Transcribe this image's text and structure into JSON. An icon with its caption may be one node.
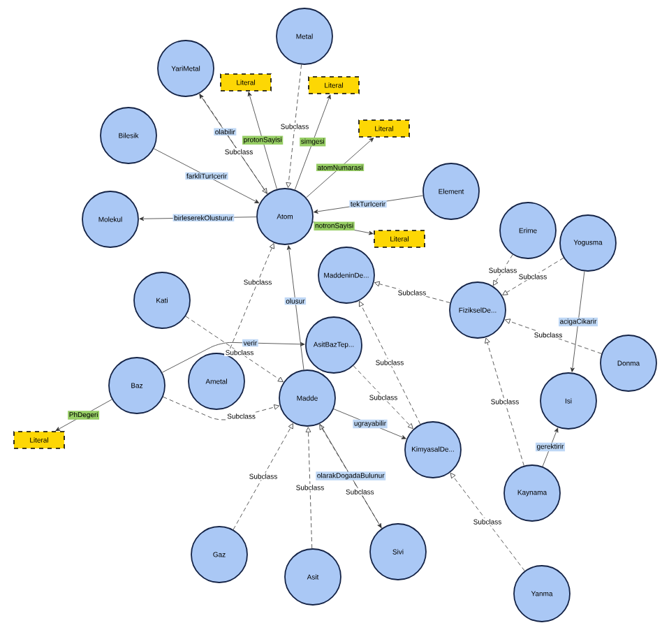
{
  "diagram": {
    "nodes": [
      {
        "text": [
          "Metal"
        ]
      },
      {
        "text": [
          "YariMetal"
        ]
      },
      {
        "text": [
          "Literal"
        ]
      },
      {
        "text": [
          "Literal"
        ]
      },
      {
        "text": [
          "Literal"
        ]
      },
      {
        "text": [
          "Bilesik"
        ]
      },
      {
        "text": [
          "Element"
        ]
      },
      {
        "text": [
          "Atom"
        ]
      },
      {
        "text": [
          "Molekul"
        ]
      },
      {
        "text": [
          "Literal"
        ]
      },
      {
        "text": [
          "Erime"
        ]
      },
      {
        "text": [
          "Yogusma"
        ]
      },
      {
        "text": [
          "MaddeninDe..."
        ]
      },
      {
        "text": [
          "Kati"
        ]
      },
      {
        "text": [
          "FizikselDe..."
        ]
      },
      {
        "text": [
          "AsitBazTep..."
        ]
      },
      {
        "text": [
          "Donma"
        ]
      },
      {
        "text": [
          "Ametal"
        ]
      },
      {
        "text": [
          "Baz"
        ]
      },
      {
        "text": [
          "Madde"
        ]
      },
      {
        "text": [
          "Isi"
        ]
      },
      {
        "text": [
          "Literal"
        ]
      },
      {
        "text": [
          "KimyasalDe..."
        ]
      },
      {
        "text": [
          "Kaynama"
        ]
      },
      {
        "text": [
          "Sivi"
        ]
      },
      {
        "text": [
          "Gaz"
        ]
      },
      {
        "text": [
          "Asit"
        ]
      },
      {
        "text": [
          "Yanma"
        ]
      }
    ],
    "edges": [
      {
        "from": 0,
        "to": 7,
        "arrow": "to",
        "label": "Subclass",
        "style": "dashed"
      },
      {
        "from": 7,
        "to": 1,
        "arrow": "to",
        "label": "olabilir"
      },
      {
        "from": 1,
        "to": 7,
        "arrow": "to",
        "label": "Subclass",
        "style": "dashed"
      },
      {
        "from": 7,
        "to": 2,
        "arrow": "to",
        "label": "protonSayisi"
      },
      {
        "from": 7,
        "to": 3,
        "arrow": "to",
        "label": "simgesi"
      },
      {
        "from": 7,
        "to": 4,
        "arrow": "to",
        "label": "atomNumarasi"
      },
      {
        "from": 5,
        "to": 7,
        "arrow": "to",
        "label": "farkliTurIcerir"
      },
      {
        "from": 7,
        "to": 8,
        "arrow": "to",
        "label": "birleserekOlusturur"
      },
      {
        "from": 6,
        "to": 7,
        "arrow": "to",
        "label": "tekTurIcerir"
      },
      {
        "from": 7,
        "to": 9,
        "arrow": "to",
        "label": "notronSayisi"
      },
      {
        "from": 10,
        "to": 14,
        "arrow": "to",
        "label": "Subclass",
        "style": "dashed"
      },
      {
        "from": 11,
        "to": 14,
        "arrow": "to",
        "label": "Subclass",
        "style": "dashed"
      },
      {
        "from": 14,
        "to": 12,
        "arrow": "to",
        "label": "Subclass",
        "style": "dashed"
      },
      {
        "from": 16,
        "to": 14,
        "arrow": "to",
        "label": "Subclass",
        "style": "dashed"
      },
      {
        "from": 11,
        "to": 20,
        "arrow": "to",
        "label": "acigaCikarir"
      },
      {
        "from": 17,
        "to": 7,
        "arrow": "to",
        "label": "Subclass",
        "style": "dashed"
      },
      {
        "from": 19,
        "to": 7,
        "arrow": "to",
        "label": "olusur"
      },
      {
        "from": 13,
        "to": 19,
        "arrow": "to",
        "label": "Subclass",
        "style": "dashed"
      },
      {
        "from": 18,
        "to": 15,
        "arrow": "to",
        "label": "verir"
      },
      {
        "from": 18,
        "to": 19,
        "arrow": "to",
        "label": "Subclass",
        "style": "dashed"
      },
      {
        "from": 18,
        "to": 21,
        "arrow": "to",
        "label": "PhDegeri"
      },
      {
        "from": 15,
        "to": 22,
        "arrow": "to",
        "label": "Subclass",
        "style": "dashed"
      },
      {
        "from": 22,
        "to": 12,
        "arrow": "to",
        "label": "Subclass",
        "style": "dashed"
      },
      {
        "from": 19,
        "to": 22,
        "arrow": "to",
        "label": "ugrayabilir"
      },
      {
        "from": 24,
        "to": 19,
        "arrow": "to",
        "label": "Subclass",
        "style": "dashed"
      },
      {
        "from": 19,
        "to": 24,
        "arrow": "to",
        "label": "olarakDogadaBulunur"
      },
      {
        "from": 25,
        "to": 19,
        "arrow": "to",
        "label": "Subclass",
        "style": "dashed"
      },
      {
        "from": 26,
        "to": 19,
        "arrow": "to",
        "label": "Subclass",
        "style": "dashed"
      },
      {
        "from": 23,
        "to": 14,
        "arrow": "to",
        "label": "Subclass",
        "style": "dashed"
      },
      {
        "from": 23,
        "to": 20,
        "arrow": "to",
        "label": "gerektirir"
      },
      {
        "from": 27,
        "to": 22,
        "arrow": "to",
        "label": "Subclass",
        "style": "dashed"
      }
    ]
  }
}
